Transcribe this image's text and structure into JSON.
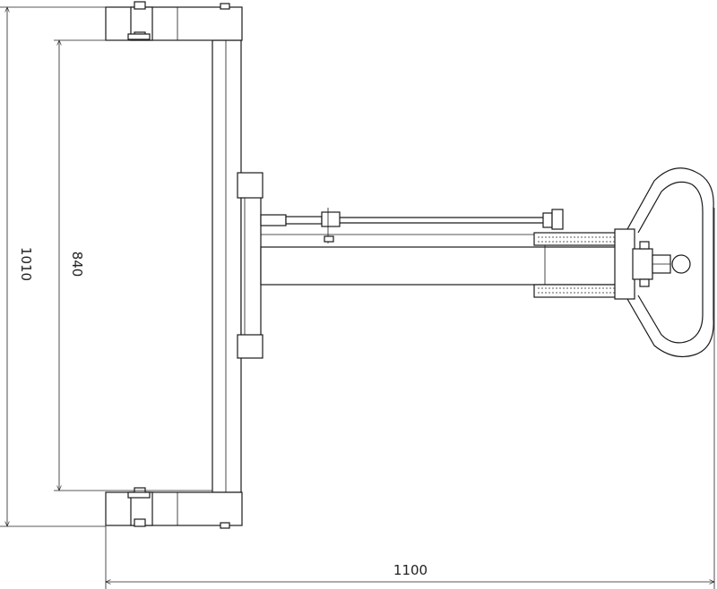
{
  "drawing": {
    "dimensions": {
      "overall_length": "1100",
      "overall_width": "1010",
      "inner_width": "840"
    }
  }
}
